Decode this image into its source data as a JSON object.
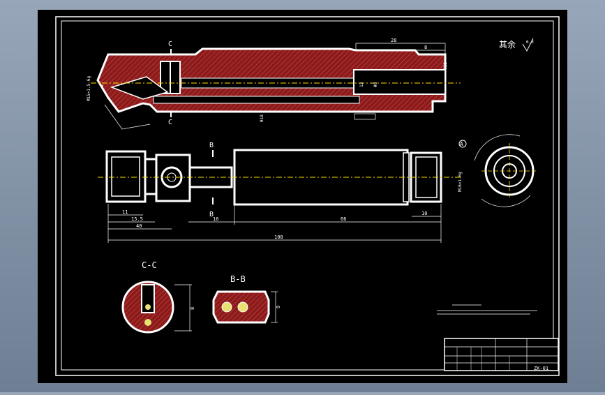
{
  "roughness_note": "其余",
  "roughness_value": "6.3",
  "section_cc": {
    "cut_label": "C",
    "title": "C-C"
  },
  "section_bb": {
    "cut_label": "B",
    "title": "B-B"
  },
  "datum_label": "A",
  "top_view": {
    "dim_top_28": "28",
    "dim_top_8": "8",
    "dim_left_thread": "M15×1.5-6g",
    "dim_d8": "Φ8",
    "dim_d12": "Φ12",
    "dim_d18": "Φ18",
    "dim_small_12": "12",
    "dim_small_8": "8"
  },
  "mid_view": {
    "dim_11": "11",
    "dim_15_5": "15.5",
    "dim_40": "40",
    "dim_16": "16",
    "dim_66": "66",
    "dim_10": "10",
    "dim_108": "108",
    "dim_right_thread": "M16×1-6g"
  },
  "section_dims": {
    "cc_height": "8",
    "bb_height": "9"
  },
  "title_block": {
    "code": "ZK-01"
  }
}
